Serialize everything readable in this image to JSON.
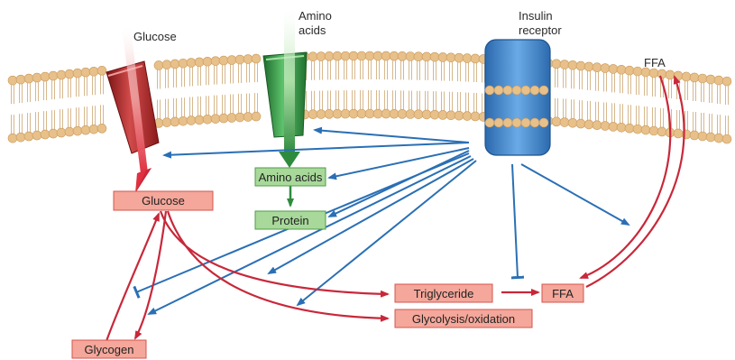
{
  "labels": {
    "glucose_top": "Glucose",
    "amino_top_line1": "Amino",
    "amino_top_line2": "acids",
    "insulin_line1": "Insulin",
    "insulin_line2": "receptor",
    "ffa_top": "FFA"
  },
  "boxes": {
    "glucose": "Glucose",
    "amino_acids": "Amino acids",
    "protein": "Protein",
    "triglyceride": "Triglyceride",
    "ffa": "FFA",
    "glycolysis": "Glycolysis/oxidation",
    "glycogen": "Glycogen"
  },
  "colors": {
    "lipid_head": "#e8c08a",
    "lipid_head_stroke": "#c9995a",
    "lipid_tail": "#d6b88e",
    "glucose_transporter": "#b52a2a",
    "amino_transporter": "#2e8b3e",
    "receptor": "#3a7fc8",
    "red_arrow": "#c8283a",
    "blue_arrow": "#2a6fb5",
    "green_arrow": "#2e8b3e",
    "red_box_fill": "#f4a79a",
    "green_box_fill": "#a8d99a"
  }
}
